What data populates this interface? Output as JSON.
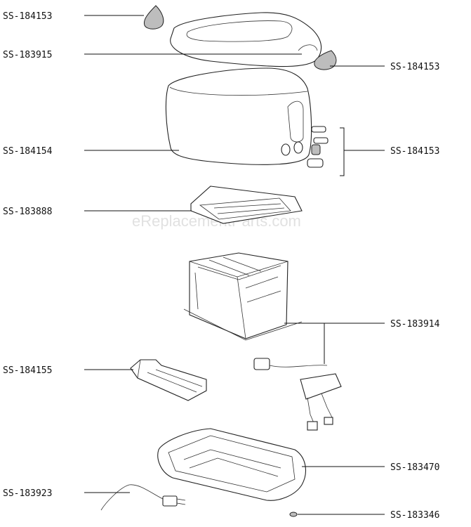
{
  "watermark": "eReplacementParts.com",
  "callouts": {
    "l1": "SS-184153",
    "l2": "SS-183915",
    "l3": "SS-184154",
    "l4": "SS-183888",
    "l5": "SS-184155",
    "l6": "SS-183923",
    "r1": "SS-184153",
    "r2": "SS-184153",
    "r3": "SS-183914",
    "r4": "SS-183470",
    "r5": "SS-183346"
  }
}
